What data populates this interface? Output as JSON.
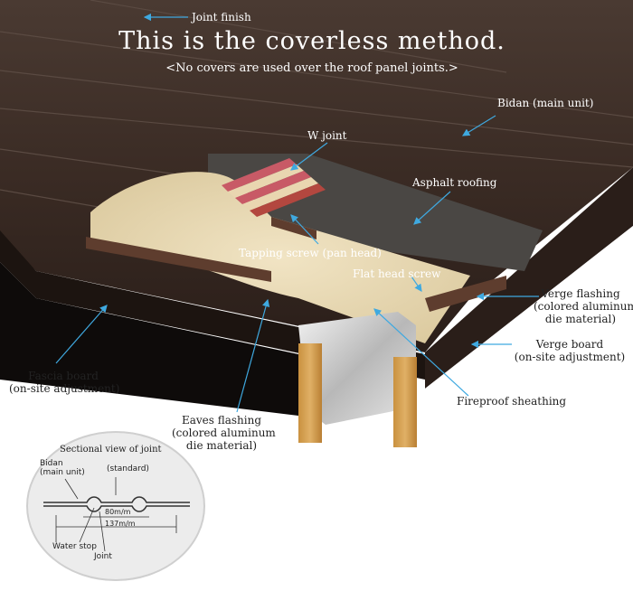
{
  "title": "This is the coverless method.",
  "subtitle": "<No covers are used over the roof panel joints.>",
  "labels": {
    "joint_finish": "Joint finish",
    "bidan": "Bidan (main unit)",
    "w_joint": "W joint",
    "asphalt_roofing": "Asphalt roofing",
    "tapping_screw": "Tapping screw (pan head)",
    "flat_head_screw": "Flat head screw",
    "verge_flashing": [
      "Verge flashing",
      "(colored aluminum",
      "die material)"
    ],
    "verge_board": [
      "Verge board",
      "(on-site adjustment)"
    ],
    "fascia_board": [
      "Fascia board",
      "(on-site adjustment)"
    ],
    "eaves_flashing": [
      "Eaves flashing",
      "(colored aluminum",
      "die material)"
    ],
    "fireproof_sheathing": "Fireproof sheathing"
  },
  "section": {
    "title": "Sectional view of joint",
    "bidan": [
      "Bidan",
      "(main unit)"
    ],
    "standard": "(standard)",
    "dim_inner": "80m/m",
    "dim_outer": "137m/m",
    "water_stop": "Water stop",
    "joint": "Joint"
  },
  "colors": {
    "roof": "#3a2b24",
    "roof_dark": "#241a15",
    "arrow": "#3fa9e0",
    "insulation": "#e7d7b2",
    "asphalt": "#4a4744",
    "flashing": "#5e3d2e"
  }
}
